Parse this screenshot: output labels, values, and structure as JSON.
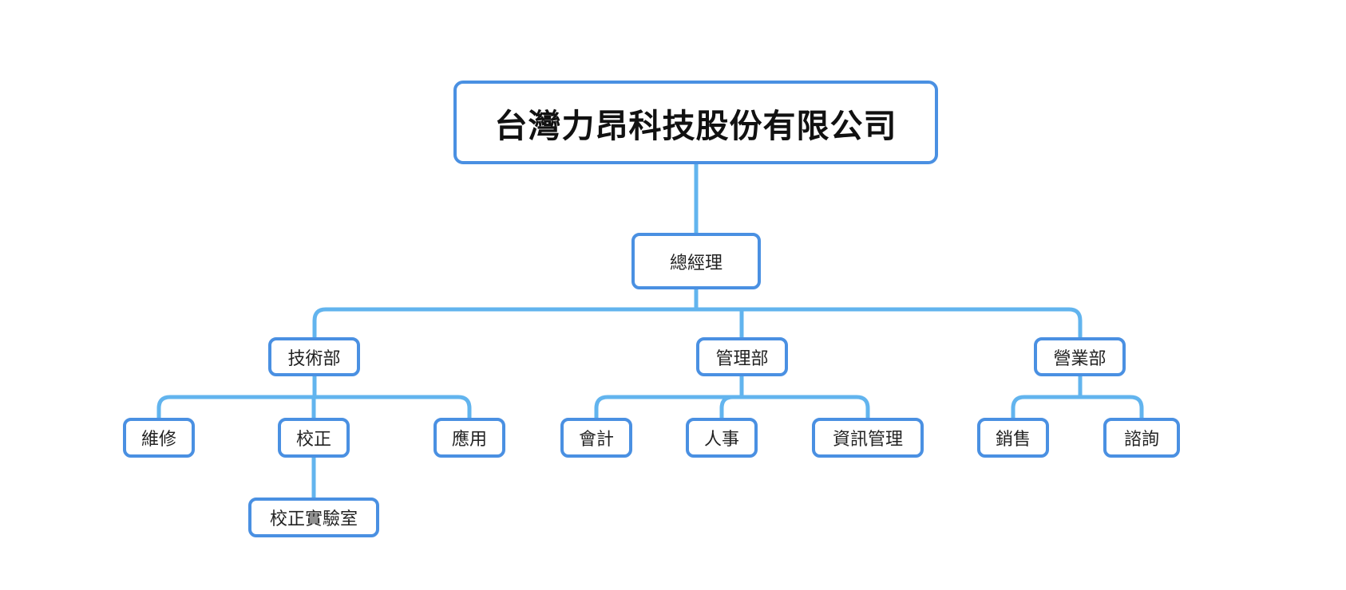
{
  "colors": {
    "node_border": "#4a90e2",
    "connector": "#62b4ee",
    "background": "#ffffff"
  },
  "org": {
    "company": "台灣力昂科技股份有限公司",
    "general_manager": "總經理",
    "departments": [
      {
        "name": "技術部",
        "units": [
          "維修",
          "校正",
          "應用"
        ],
        "sub_unit": "校正實驗室"
      },
      {
        "name": "管理部",
        "units": [
          "會計",
          "人事",
          "資訊管理"
        ]
      },
      {
        "name": "營業部",
        "units": [
          "銷售",
          "諮詢"
        ]
      }
    ]
  }
}
